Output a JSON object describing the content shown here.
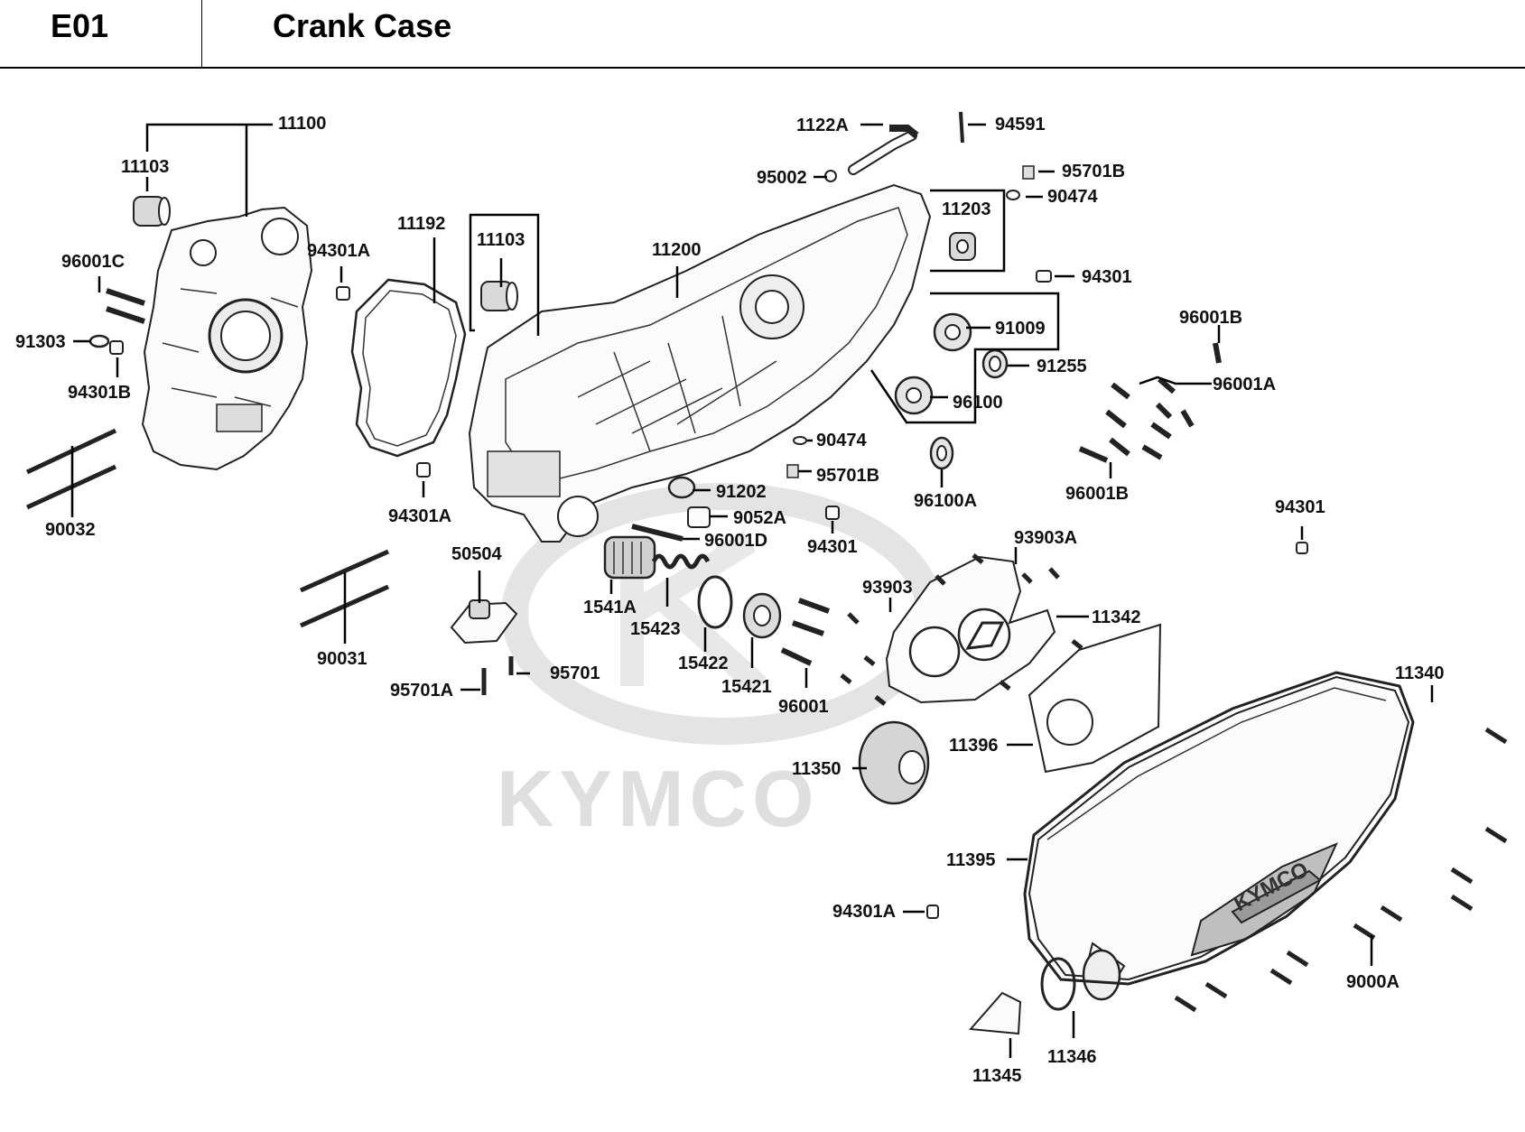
{
  "header": {
    "code": "E01",
    "title": "Crank Case"
  },
  "watermark": {
    "text": "KYMCO"
  },
  "cover_badge": {
    "text": "KYMCO"
  },
  "labels": {
    "l11100": "11100",
    "l11103a": "11103",
    "l96001C": "96001C",
    "l91303": "91303",
    "l94301B": "94301B",
    "l90032": "90032",
    "l94301A_a": "94301A",
    "l11192": "11192",
    "l94301A_b": "94301A",
    "l11103b": "11103",
    "l11200": "11200",
    "l1122A": "1122A",
    "l95002": "95002",
    "l94591": "94591",
    "l95701B_a": "95701B",
    "l90474_a": "90474",
    "l11203": "11203",
    "l94301_a": "94301",
    "l91009": "91009",
    "l91255": "91255",
    "l96100": "96100",
    "l96001B_a": "96001B",
    "l96001A": "96001A",
    "l90474_b": "90474",
    "l95701B_b": "95701B",
    "l96100A": "96100A",
    "l96001B_b": "96001B",
    "l91202": "91202",
    "l9052A": "9052A",
    "l96001D": "96001D",
    "l94301_b": "94301",
    "l94301_c": "94301",
    "l50504": "50504",
    "l1541A": "1541A",
    "l15423": "15423",
    "l15422": "15422",
    "l15421": "15421",
    "l96001": "96001",
    "l90031": "90031",
    "l95701A": "95701A",
    "l95701": "95701",
    "l93903A": "93903A",
    "l93903": "93903",
    "l11342": "11342",
    "l11340": "11340",
    "l11396": "11396",
    "l11350": "11350",
    "l11395": "11395",
    "l94301A_c": "94301A",
    "l9000A": "9000A",
    "l11345": "11345",
    "l11346": "11346"
  }
}
